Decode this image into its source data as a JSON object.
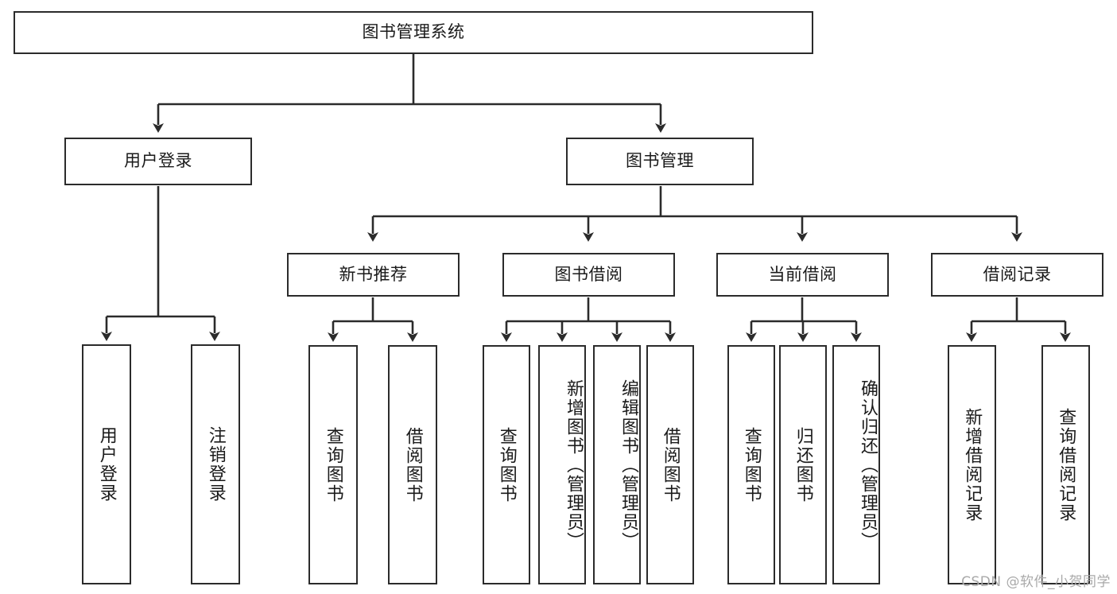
{
  "diagram": {
    "title": "图书管理系统",
    "type": "hierarchy-tree",
    "root": {
      "label": "图书管理系统",
      "id": "root-system"
    },
    "level1": [
      {
        "id": "user-login",
        "label": "用户登录"
      },
      {
        "id": "book-manage",
        "label": "图书管理"
      }
    ],
    "level2": [
      {
        "id": "new-book-recommend",
        "label": "新书推荐",
        "parent": "book-manage"
      },
      {
        "id": "book-borrow",
        "label": "图书借阅",
        "parent": "book-manage"
      },
      {
        "id": "current-borrow",
        "label": "当前借阅",
        "parent": "book-manage"
      },
      {
        "id": "borrow-record",
        "label": "借阅记录",
        "parent": "book-manage"
      }
    ],
    "leaves": {
      "user_login": [
        {
          "id": "leaf-user-login",
          "label": "用户登录"
        },
        {
          "id": "leaf-logout-login",
          "label": "注销登录"
        }
      ],
      "new_book_recommend": [
        {
          "id": "leaf-query-book-1",
          "label": "查询图书"
        },
        {
          "id": "leaf-borrow-book-1",
          "label": "借阅图书"
        }
      ],
      "book_borrow": [
        {
          "id": "leaf-query-book-2",
          "label": "查询图书"
        },
        {
          "id": "leaf-add-book-admin",
          "label": "新增图书（管理员）"
        },
        {
          "id": "leaf-edit-book-admin",
          "label": "编辑图书（管理员）"
        },
        {
          "id": "leaf-borrow-book-2",
          "label": "借阅图书"
        }
      ],
      "current_borrow": [
        {
          "id": "leaf-query-book-3",
          "label": "查询图书"
        },
        {
          "id": "leaf-return-book",
          "label": "归还图书"
        },
        {
          "id": "leaf-confirm-return-admin",
          "label": "确认归还（管理员）"
        }
      ],
      "borrow_record": [
        {
          "id": "leaf-add-borrow-record",
          "label": "新增借阅记录"
        },
        {
          "id": "leaf-query-borrow-record",
          "label": "查询借阅记录"
        }
      ]
    }
  },
  "watermark": {
    "text": "CSDN @软件_小贺同学"
  },
  "colors": {
    "stroke": "#2b2b2b",
    "background": "#ffffff",
    "text": "#1a1a1a",
    "watermark": "#a9a9a9"
  }
}
